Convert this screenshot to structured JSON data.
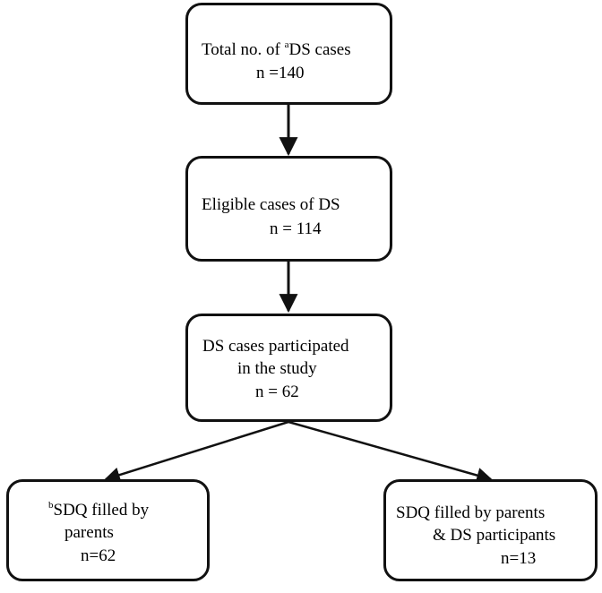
{
  "flow": {
    "box1": {
      "line1_pre": "Total no. of ",
      "line1_sup": "a",
      "line1_post": "DS cases",
      "line2": "n =140"
    },
    "box2": {
      "line1": "Eligible  cases of DS",
      "line2": "n = 114"
    },
    "box3": {
      "line1": "DS cases participated",
      "line2": "in the study",
      "line3": "n = 62"
    },
    "box4": {
      "line1_sup": "b",
      "line1_post": "SDQ filled  by",
      "line2": "parents",
      "line3": "n=62"
    },
    "box5": {
      "line1": "SDQ filled  by parents",
      "line2": "& DS participants",
      "line3": "n=13"
    }
  }
}
